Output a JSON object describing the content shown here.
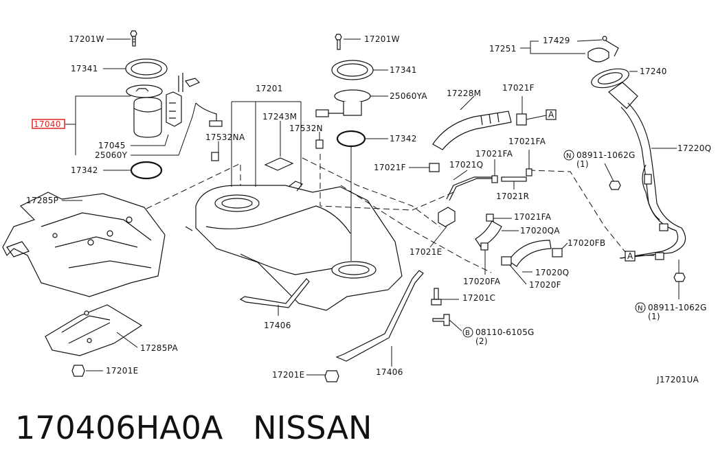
{
  "labels": {
    "l_17201w_a": "17201W",
    "l_17341_a": "17341",
    "l_17040": "17040",
    "l_17045": "17045",
    "l_25060y": "25060Y",
    "l_17342_a": "17342",
    "l_17285p": "17285P",
    "l_17201": "17201",
    "l_17243m": "17243M",
    "l_17532n": "17532N",
    "l_17532na": "17532NA",
    "l_17201w_b": "17201W",
    "l_17341_b": "17341",
    "l_25060ya": "25060YA",
    "l_17342_b": "17342",
    "l_17228m": "17228M",
    "l_17021f_a": "17021F",
    "l_a_box1": "A",
    "l_17021f_b": "17021F",
    "l_17021q": "17021Q",
    "l_17021fa_a": "17021FA",
    "l_17021fa_b": "17021FA",
    "l_17021r": "17021R",
    "l_17021fa_c": "17021FA",
    "l_17020qa": "17020QA",
    "l_17021e": "17021E",
    "l_17020fb": "17020FB",
    "l_17020q": "17020Q",
    "l_17020fa": "17020FA",
    "l_17020f": "17020F",
    "l_17201c": "17201C",
    "l_b_08110": "08110-6105G",
    "l_b_qty": "(2)",
    "l_17406_a": "17406",
    "l_17406_b": "17406",
    "l_17285pa": "17285PA",
    "l_17201e_a": "17201E",
    "l_17201e_b": "17201E",
    "l_17251": "17251",
    "l_17429": "17429",
    "l_17240": "17240",
    "l_17220q": "17220Q",
    "l_n_08911_a": "08911-1062G",
    "l_n_qty_a": "(1)",
    "l_n_08911_b": "08911-1062G",
    "l_n_qty_b": "(1)",
    "l_a_box2": "A",
    "l_n_circ_a": "N",
    "l_n_circ_b": "N",
    "l_b_circ": "B",
    "l_ref": "J17201UA"
  },
  "caption": "170406HA0A   NISSAN",
  "highlight_color": "#e02020"
}
